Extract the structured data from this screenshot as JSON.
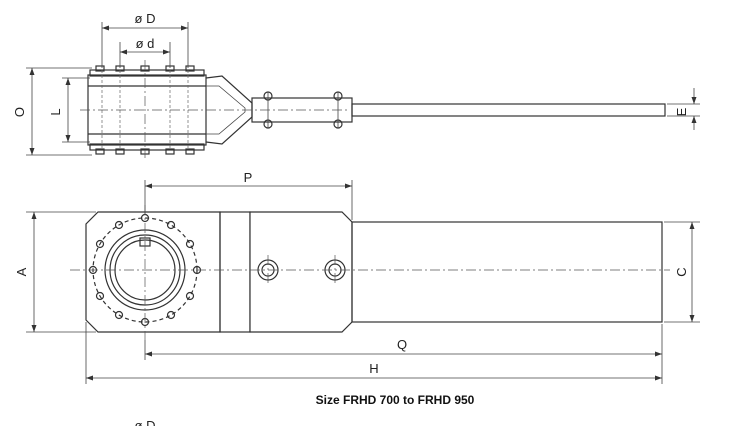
{
  "dimensions": {
    "outer_diameter": "ø D",
    "inner_diameter": "ø d",
    "O": "O",
    "L": "L",
    "E": "E",
    "P": "P",
    "A": "A",
    "C": "C",
    "Q": "Q",
    "H": "H"
  },
  "caption": "Size FRHD 700 to FRHD 950",
  "partial_label": "ø D"
}
